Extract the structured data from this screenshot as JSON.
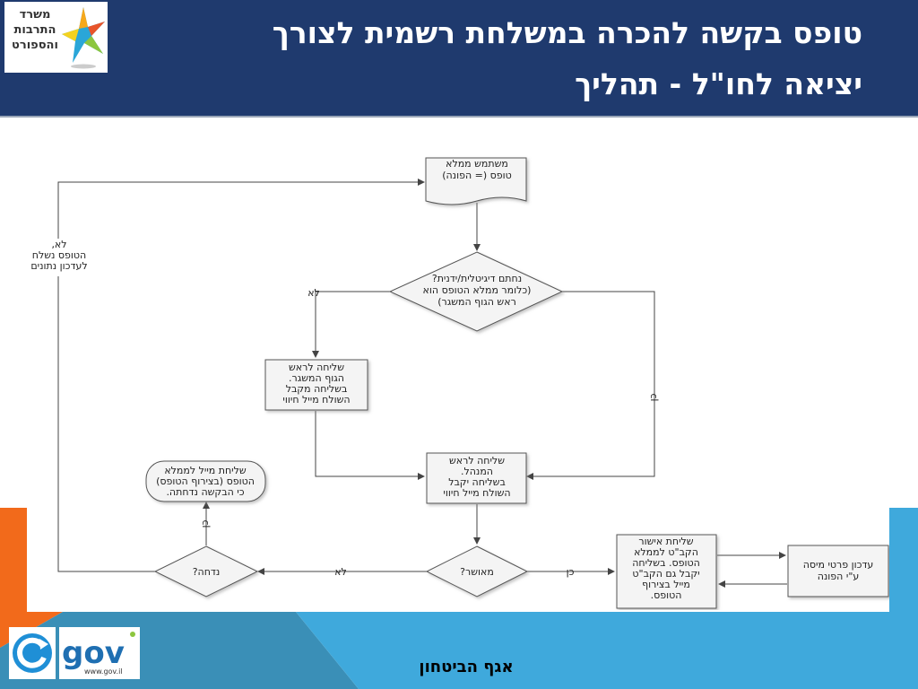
{
  "header": {
    "title_line1": "טופס בקשה להכרה במשלחת רשמית לצורך",
    "title_line2": "יציאה לחו\"ל - תהליך",
    "ministry_logo_text": [
      "משרד",
      "התרבות",
      "והספורט"
    ]
  },
  "flow": {
    "start_doc": [
      "משתמש ממלא",
      "טופס (= הפונה)"
    ],
    "decision_signed": [
      "נחתם דיגיטלית/ידנית?",
      "(כלומר ממלא הטופס הוא",
      "ראש הגוף המשגר)"
    ],
    "label_no_left": "לא",
    "label_yes_right": "כן",
    "send_head_body": [
      "שליחה לראש",
      "הגוף המשגר.",
      "בשליחה מקבל",
      "השולח מייל חיווי"
    ],
    "send_manager": [
      "שליחה לראש",
      "המנהל.",
      "בשליחה יקבל",
      "השולח מייל חיווי"
    ],
    "decision_approved": "מאושר?",
    "label_no_bottom": "לא",
    "label_yes_bottom": "כן",
    "decision_rejected": "נדחה?",
    "label_yes_up": "כן",
    "reject_mail": [
      "שליחת מייל לממלא",
      "הטופס (בצירוף הטופס)",
      "כי הבקשה נדחתה."
    ],
    "loop_back_label": [
      "לא,",
      "הטופס נשלח",
      "לעדכון נתונים"
    ],
    "approval_send": [
      "שליחת אישור",
      "הקב\"ט לממלא",
      "הטופס. בשליחה",
      "יקבל גם הקב\"ט",
      "מייל בצירוף",
      "הטופס."
    ],
    "update_details": [
      "עדכון פרטי מיסה",
      "ע\"י הפונה"
    ]
  },
  "footer": {
    "department": "אגף הביטחון",
    "gov_logo_text": "gov",
    "gov_url": "www.gov.il"
  },
  "colors": {
    "header_bg": "#1f3a6e",
    "orange": "#f26a1b",
    "light_blue": "#3fa9dc",
    "teal": "#3a8fb7"
  }
}
